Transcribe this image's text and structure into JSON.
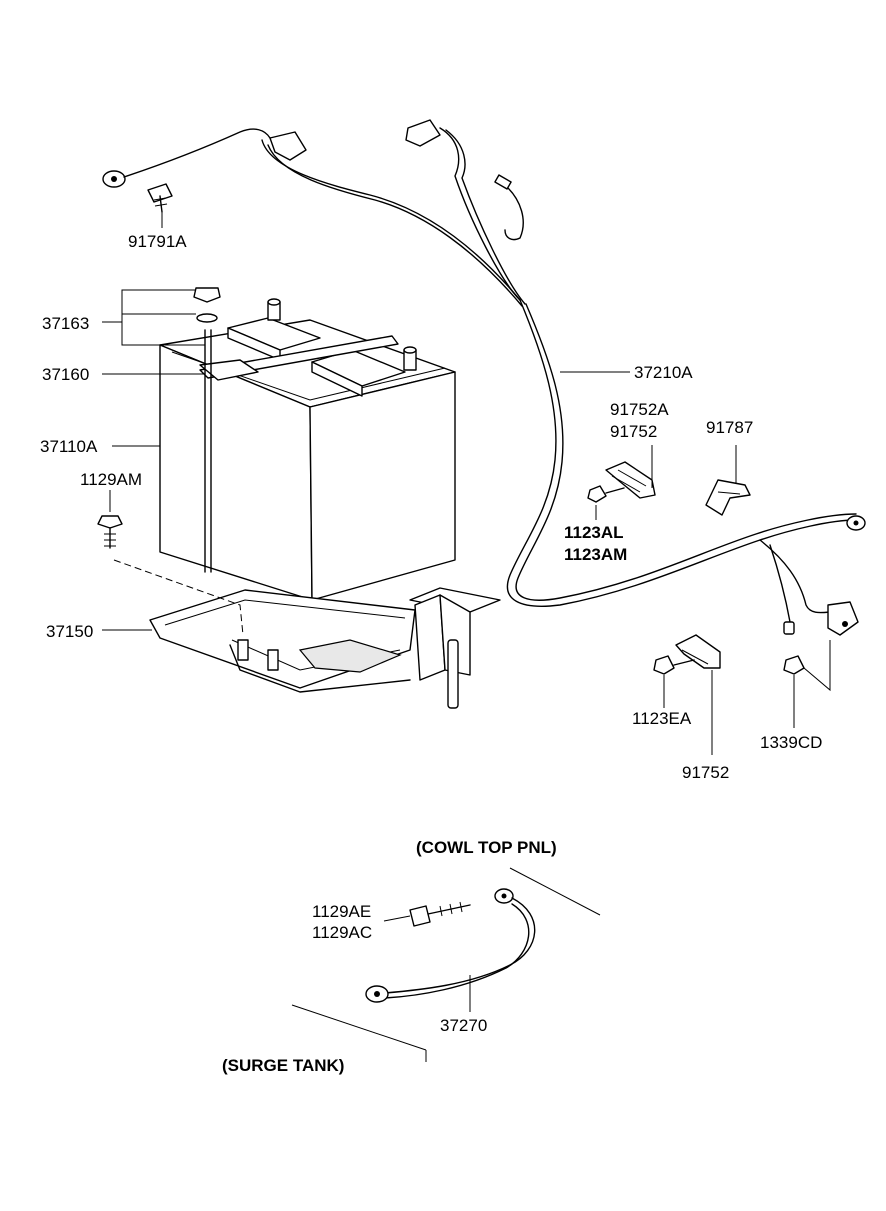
{
  "labels": {
    "p91791A": "91791A",
    "p37163": "37163",
    "p37160": "37160",
    "p37110A": "37110A",
    "p1129AM": "1129AM",
    "p37150": "37150",
    "p37210A": "37210A",
    "p91752A": "91752A",
    "p91752_top": "91752",
    "p91787": "91787",
    "p1123AL": "1123AL",
    "p1123AM": "1123AM",
    "p1123EA": "1123EA",
    "p1339CD": "1339CD",
    "p91752_bottom": "91752",
    "p1129AE": "1129AE",
    "p1129AC": "1129AC",
    "p37270": "37270",
    "cowl_top_pnl": "(COWL TOP PNL)",
    "surge_tank": "(SURGE TANK)"
  }
}
